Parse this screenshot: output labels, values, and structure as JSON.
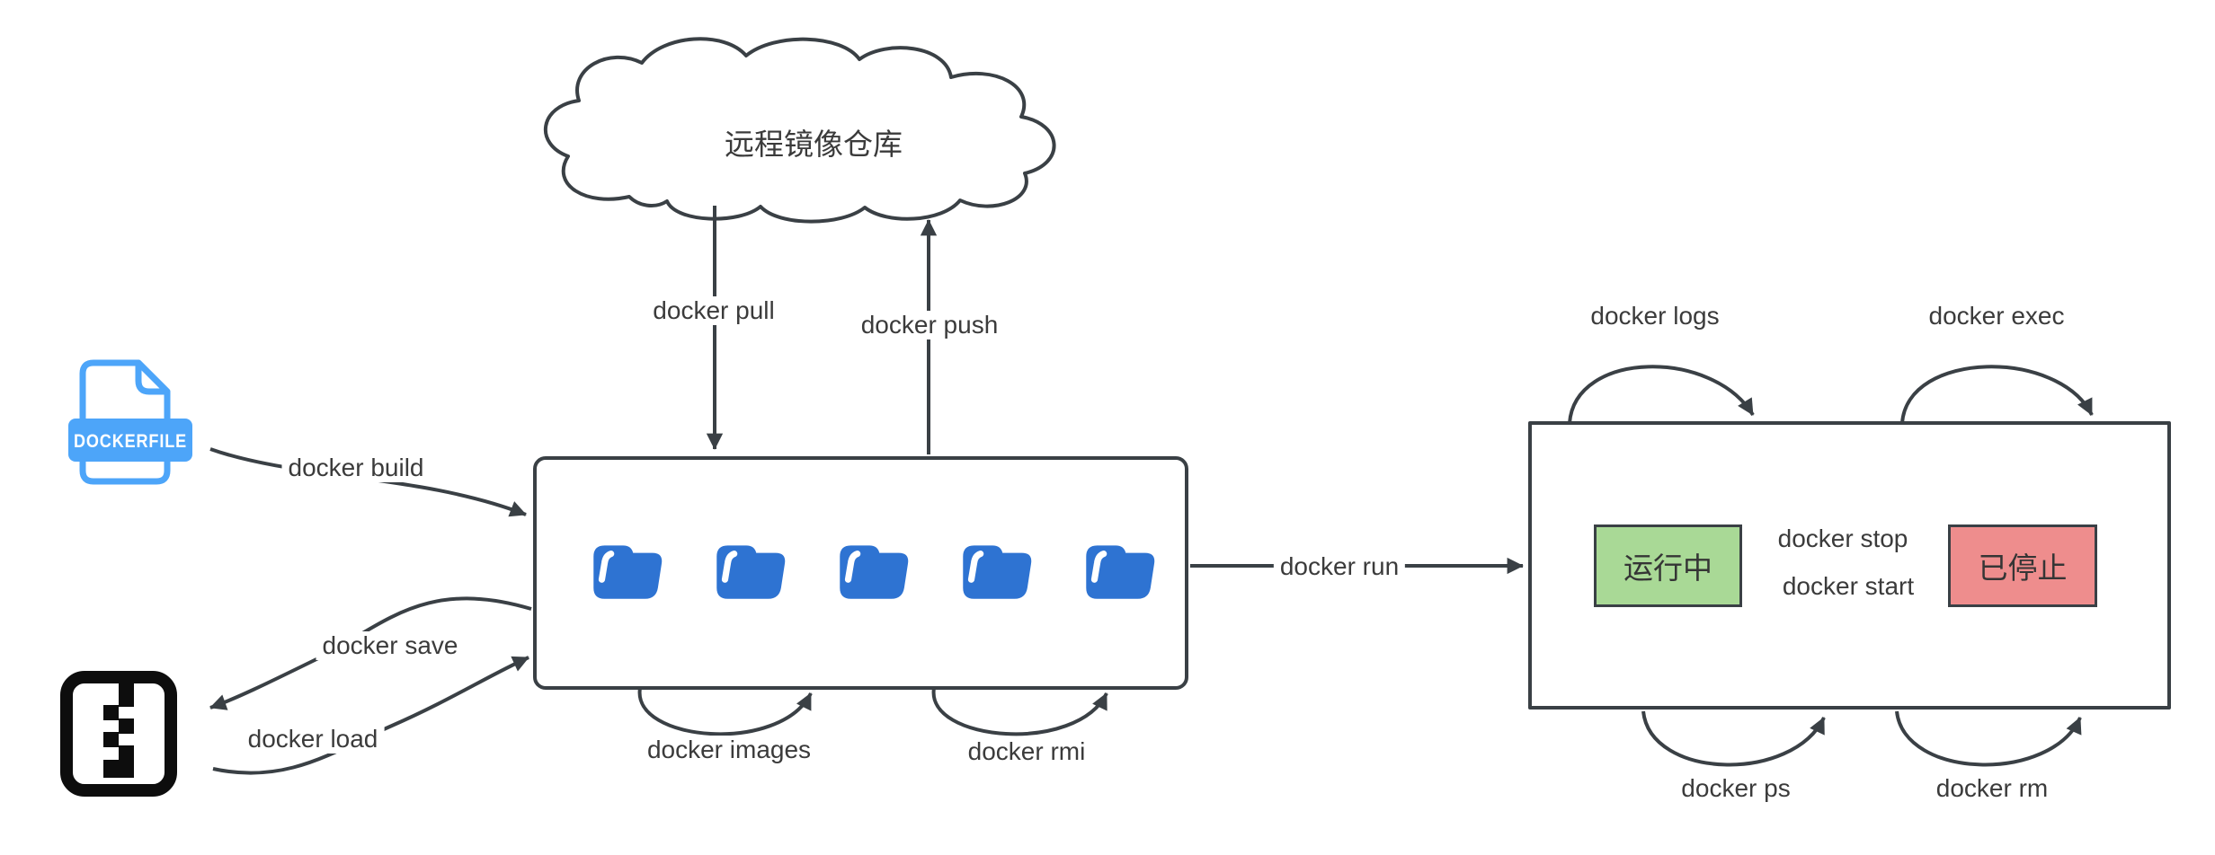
{
  "cloud": {
    "label": "远程镜像仓库"
  },
  "dockerfile": {
    "label": "DOCKERFILE"
  },
  "image_store": {
    "folder_count": 5
  },
  "container_states": {
    "running": "运行中",
    "stopped": "已停止"
  },
  "commands": {
    "pull": "docker pull",
    "push": "docker push",
    "build": "docker build",
    "save": "docker save",
    "load": "docker load",
    "images": "docker images",
    "rmi": "docker rmi",
    "run": "docker run",
    "logs": "docker logs",
    "exec": "docker exec",
    "stop": "docker stop",
    "start": "docker start",
    "ps": "docker ps",
    "rm": "docker rm"
  },
  "icons": {
    "dockerfile": "dockerfile-file-icon",
    "archive": "zip-archive-icon",
    "image": "open-folder-icon",
    "registry": "cloud-shape"
  },
  "colors": {
    "stroke": "#3a4045",
    "label_text": "#3b3b3b",
    "folder_blue": "#2e73d2",
    "dockerfile_blue": "#4da5f9",
    "running_green": "#a9d996",
    "stopped_red": "#ee8d8d",
    "archive_black": "#0d0d0d"
  }
}
